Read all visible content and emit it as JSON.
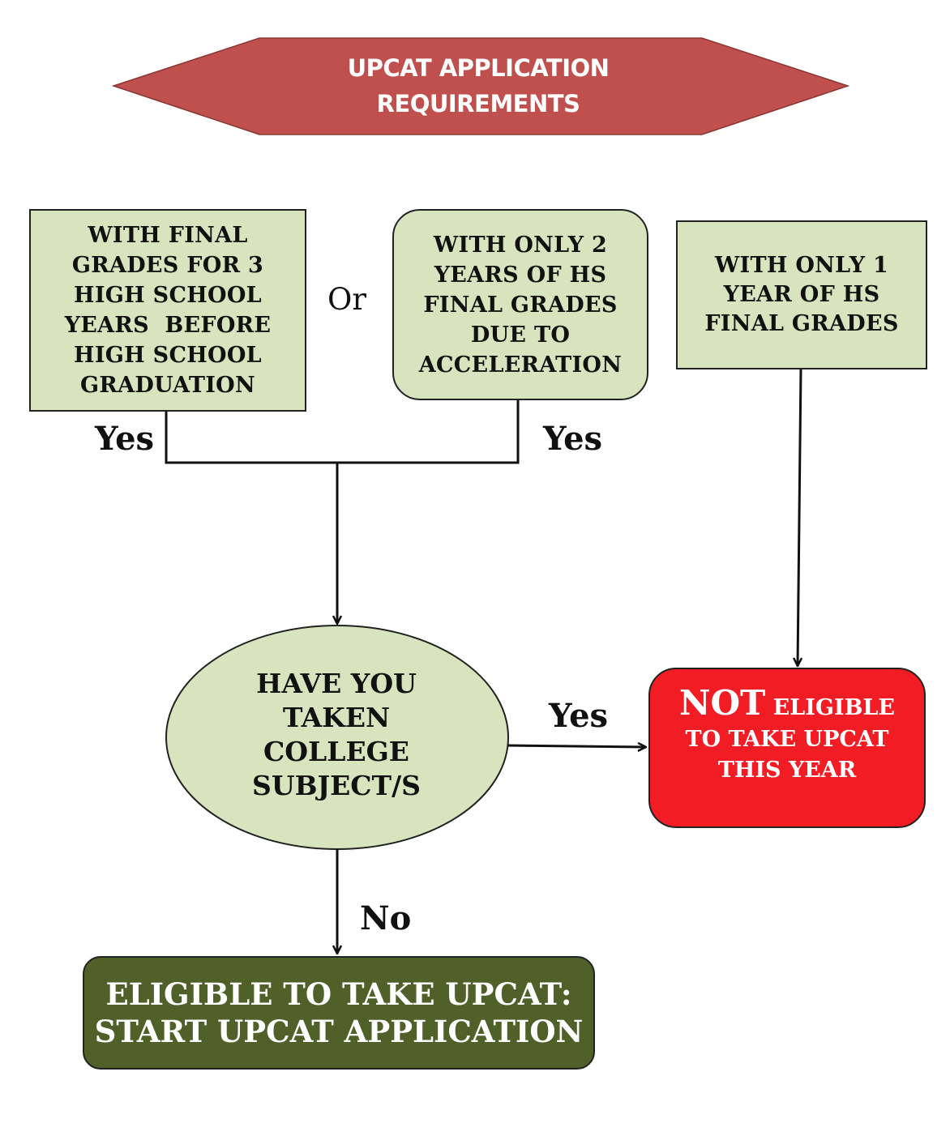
{
  "header": {
    "line1": "UPCAT APPLICATION",
    "line2": "REQUIREMENTS",
    "color": "#c0504d"
  },
  "boxes": {
    "three_years": {
      "lines": [
        "WITH FINAL",
        "GRADES FOR 3",
        "HIGH SCHOOL",
        "YEARS  BEFORE",
        "HIGH SCHOOL",
        "GRADUATION"
      ]
    },
    "two_years": {
      "lines": [
        "WITH ONLY 2",
        "YEARS OF HS",
        "FINAL GRADES",
        "DUE TO",
        "ACCELERATION"
      ]
    },
    "one_year": {
      "lines": [
        "WITH ONLY 1",
        "YEAR OF HS",
        "FINAL GRADES"
      ]
    },
    "fill_color": "#d7e4bd"
  },
  "or_label": "Or",
  "decision": {
    "lines": [
      "HAVE YOU",
      "TAKEN",
      "COLLEGE",
      "SUBJECT/S"
    ]
  },
  "not_eligible": {
    "word_big": "NOT",
    "word_rest": " ELIGIBLE",
    "line2": "TO TAKE UPCAT",
    "line3": "THIS YEAR",
    "color": "#f11c24"
  },
  "eligible": {
    "line1": "ELIGIBLE TO TAKE UPCAT:",
    "line2": "START UPCAT APPLICATION",
    "color": "#4f6128"
  },
  "edge_labels": {
    "yes_left": "Yes",
    "yes_middle": "Yes",
    "yes_right": "Yes",
    "no": "No"
  }
}
